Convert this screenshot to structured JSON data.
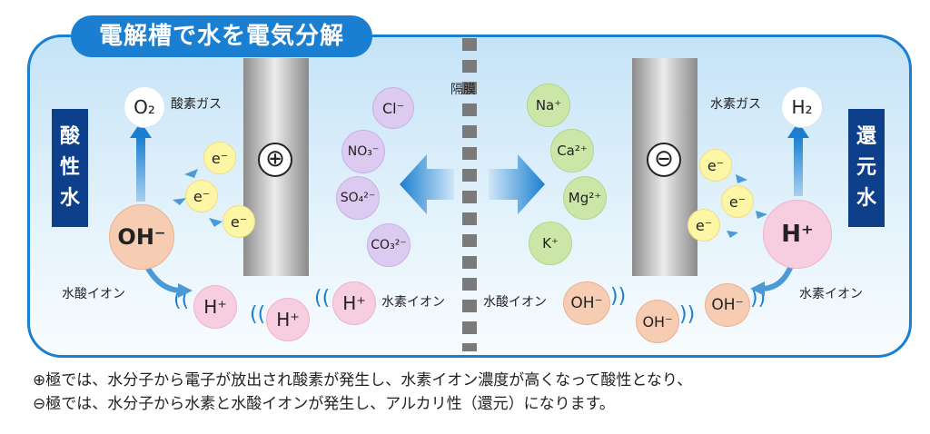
{
  "title": "電解槽で水を電気分解",
  "labels": {
    "acid_water": "酸性水",
    "reduced_water": "還元水",
    "membrane": "隔膜",
    "oxygen_gas": "酸素ガス",
    "hydrogen_gas": "水素ガス",
    "hydroxide_ion": "水酸イオン",
    "hydrogen_ion": "水素イオン"
  },
  "symbols": {
    "plus": "⊕",
    "minus": "⊖",
    "o2": "O₂",
    "h2": "H₂",
    "oh": "OH⁻",
    "h": "H⁺",
    "e": "e⁻"
  },
  "anions": [
    "Cl⁻",
    "NO₃⁻",
    "SO₄²⁻",
    "CO₃²⁻"
  ],
  "cations": [
    "Na⁺",
    "Ca²⁺",
    "Mg²⁺",
    "K⁺"
  ],
  "notes": [
    "⊕極では、水分子から電子が放出され酸素が発生し、水素イオン濃度が高くなって酸性となり、",
    "⊖極では、水分子から水素と水酸イオンが発生し、アルカリ性（還元）になります。"
  ],
  "colors": {
    "frame_blue": "#1a7fd0",
    "label_navy": "#0d3f8a",
    "anion_purple": "#dccaf0",
    "cation_green": "#cce6a8",
    "electron_yellow": "#fdf6a6",
    "h_pink": "#f7cde0",
    "oh_orange": "#f6ccb2"
  }
}
